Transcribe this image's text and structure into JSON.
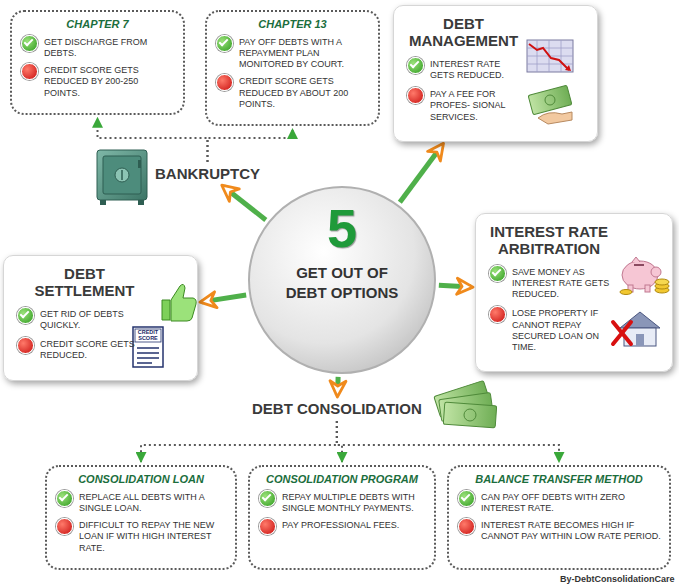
{
  "diagram": {
    "nodes": [
      {
        "text": [
          "CHAPTER 7",
          "GET DISCHARGE FROM DEBTS.",
          "CREDIT SCORE GETS REDUCED BY 200-250 POINTS."
        ]
      },
      {
        "text": [
          "CHAPTER 13",
          "PAY OFF DEBTS WITH A REPAYMENT PLAN MONITORED BY COURT.",
          "CREDIT SCORE GETS REDUCED BY ABOUT 200 POINTS."
        ]
      },
      {
        "text": [
          "DEBT MANAGEMENT",
          "INTEREST RATE GETS REDUCED.",
          "PAY A FEE FOR PROFES- SIONAL SERVICES."
        ]
      },
      {
        "text": [
          "BANKRUPTCY"
        ]
      },
      {
        "text": [
          "5",
          "GET OUT OF DEBT OPTIONS"
        ]
      },
      {
        "text": [
          "INTEREST RATE ARBITRATION",
          "SAVE MONEY AS INTEREST RATE GETS REDUCED.",
          "LOSE PROPERTY IF CANNOT REPAY SECURED LOAN ON TIME."
        ]
      },
      {
        "text": [
          "DEBT SETTLEMENT",
          "GET RID OF DEBTS QUICKLY.",
          "CREDIT SCORE GETS REDUCED."
        ]
      },
      {
        "text": [
          "DEBT CONSOLIDATION"
        ]
      },
      {
        "text": [
          "CONSOLIDATION LOAN",
          "REPLACE ALL DEBTS WITH A SINGLE LOAN.",
          "DIFFICULT TO REPAY THE NEW LOAN IF WITH HIGH INTEREST RATE."
        ]
      },
      {
        "text": [
          "CONSOLIDATION PROGRAM",
          "REPAY MULTIPLE DEBTS WITH SINGLE MONTHLY PAYMENTS.",
          "PAY PROFESSIONAL FEES."
        ]
      },
      {
        "text": [
          "BALANCE TRANSFER METHOD",
          "CAN PAY OFF DEBTS WITH ZERO INTEREST RATE.",
          "INTEREST RATE BECOMES HIGH IF CANNOT PAY WITHIN LOW RATE PERIOD."
        ]
      }
    ],
    "edges": [
      {
        "from": 4,
        "to": 3,
        "arrow": "to"
      },
      {
        "from": 4,
        "to": 2,
        "arrow": "to"
      },
      {
        "from": 4,
        "to": 5,
        "arrow": "to"
      },
      {
        "from": 4,
        "to": 6,
        "arrow": "to"
      },
      {
        "from": 4,
        "to": 7,
        "arrow": "to"
      },
      {
        "from": 3,
        "to": 0,
        "arrow": "to"
      },
      {
        "from": 3,
        "to": 1,
        "arrow": "to"
      },
      {
        "from": 7,
        "to": 8,
        "arrow": "to"
      },
      {
        "from": 7,
        "to": 9,
        "arrow": "to"
      },
      {
        "from": 7,
        "to": 10,
        "arrow": "to"
      }
    ],
    "labels": [
      "CREDIT SCORE",
      "By-DebtConsolidationCare"
    ]
  }
}
